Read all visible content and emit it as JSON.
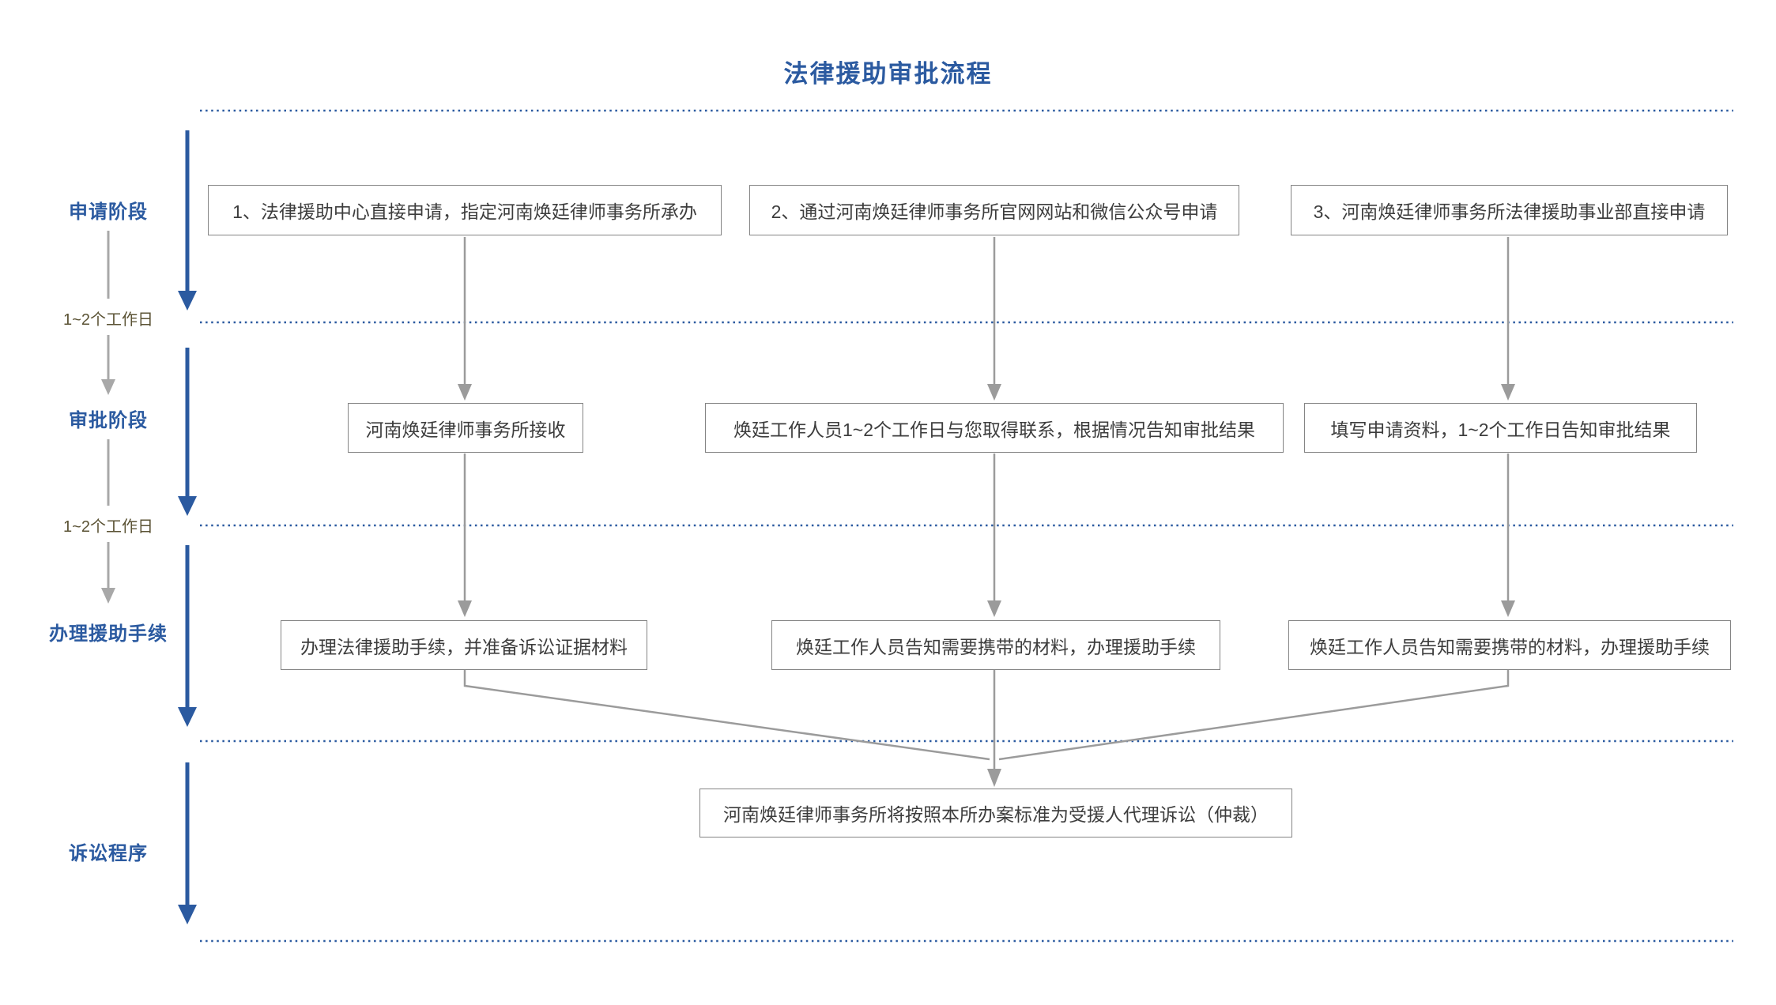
{
  "title": "法律援助审批流程",
  "sidebar": {
    "stages": [
      {
        "label": "申请阶段"
      },
      {
        "label": "审批阶段"
      },
      {
        "label": "办理援助手续"
      },
      {
        "label": "诉讼程序"
      }
    ],
    "intervals": [
      {
        "label": "1~2个工作日"
      },
      {
        "label": "1~2个工作日"
      }
    ]
  },
  "flow": {
    "row1": [
      {
        "text": "1、法律援助中心直接申请，指定河南焕廷律师事务所承办"
      },
      {
        "text": "2、通过河南焕廷律师事务所官网网站和微信公众号申请"
      },
      {
        "text": "3、河南焕廷律师事务所法律援助事业部直接申请"
      }
    ],
    "row2": [
      {
        "text": "河南焕廷律师事务所接收"
      },
      {
        "text": "焕廷工作人员1~2个工作日与您取得联系，根据情况告知审批结果"
      },
      {
        "text": "填写申请资料，1~2个工作日告知审批结果"
      }
    ],
    "row3": [
      {
        "text": "办理法律援助手续，并准备诉讼证据材料"
      },
      {
        "text": "焕廷工作人员告知需要携带的材料，办理援助手续"
      },
      {
        "text": "焕廷工作人员告知需要携带的材料，办理援助手续"
      }
    ],
    "final": {
      "text": "河南焕廷律师事务所将按照本所办案标准为受援人代理诉讼（仲裁）"
    }
  },
  "colors": {
    "accent_blue": "#2b5aa0",
    "line_gray": "#9b9b9b",
    "box_border": "#848484",
    "box_text": "#3d3d3d",
    "interval_text": "#5b5335"
  }
}
